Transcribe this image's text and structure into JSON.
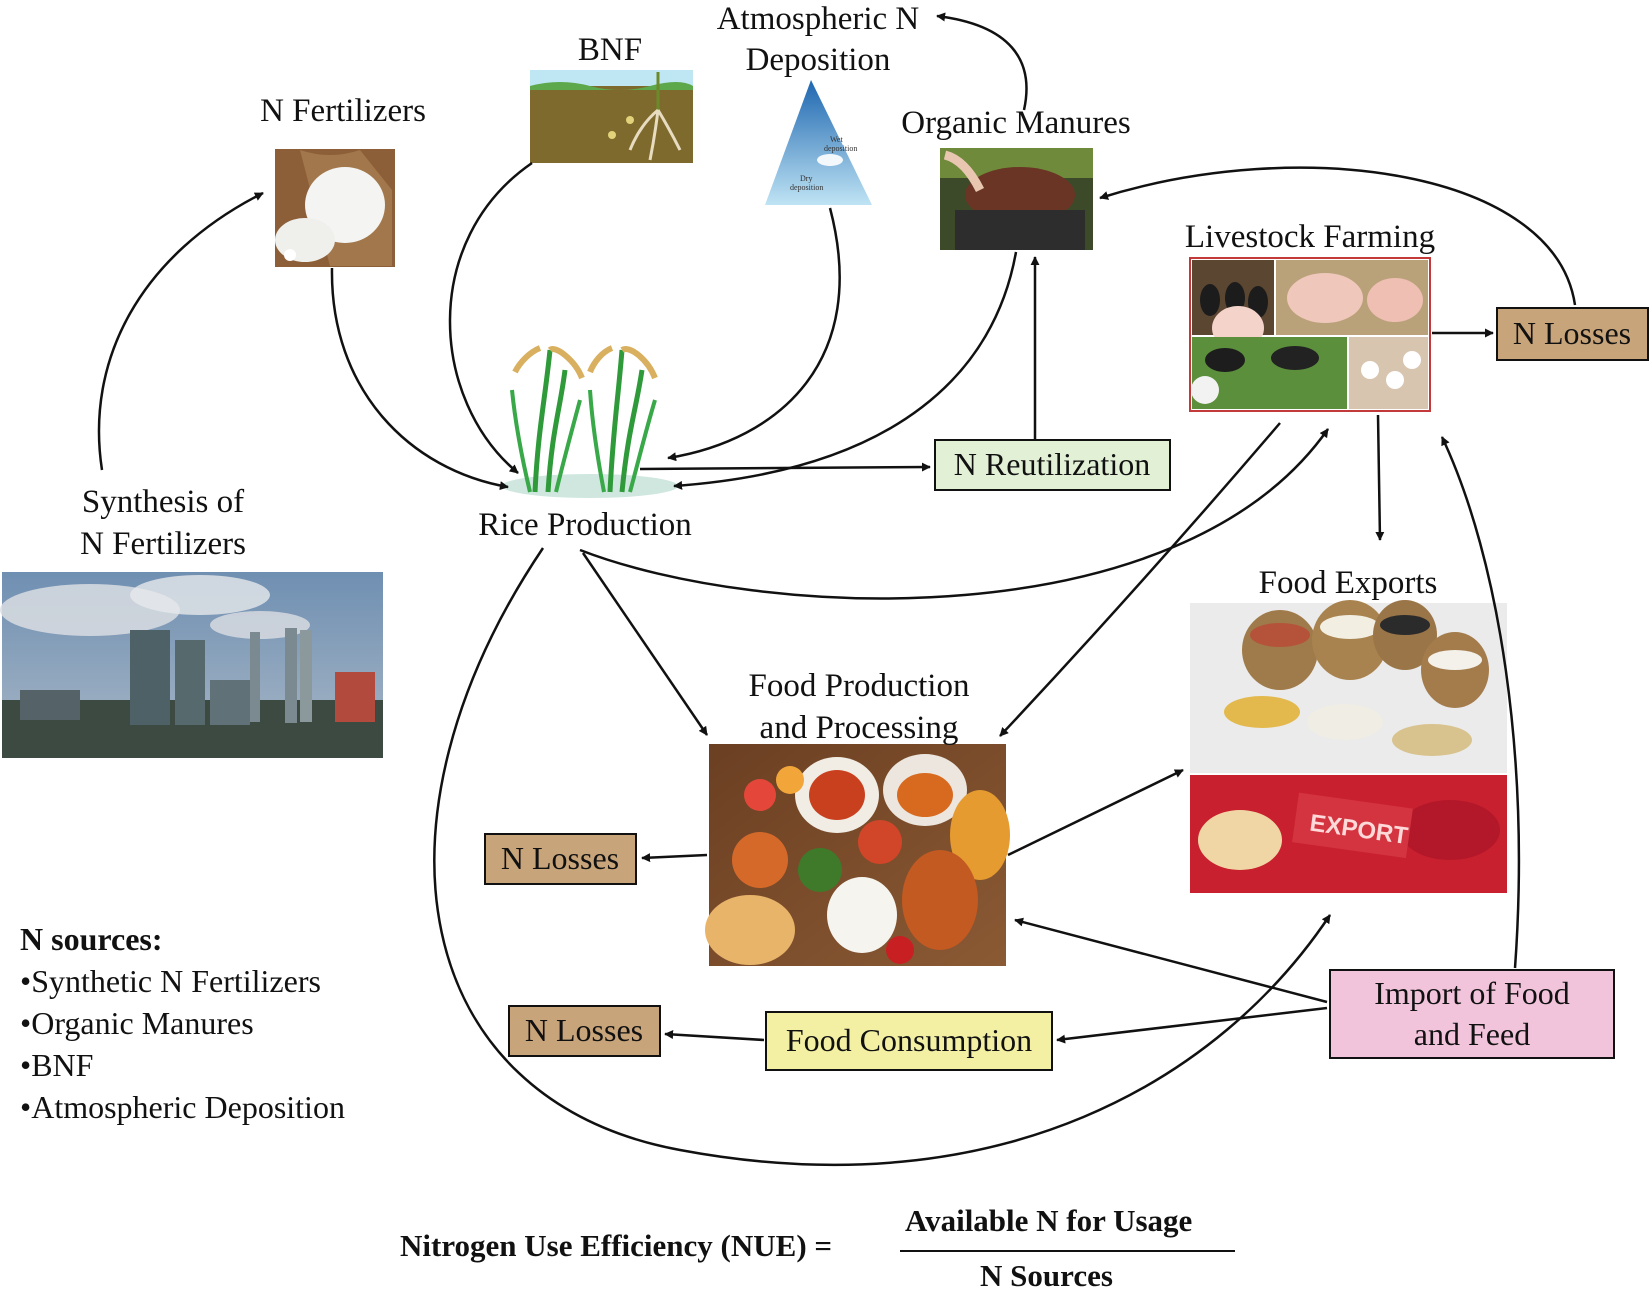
{
  "labels": {
    "synthesis": [
      "Synthesis of",
      "N Fertilizers"
    ],
    "n_fertilizers": "N Fertilizers",
    "bnf": "BNF",
    "atmospheric": [
      "Atmospheric N",
      "Deposition"
    ],
    "organic_manures": "Organic Manures",
    "livestock": "Livestock Farming",
    "rice": "Rice Production",
    "food_exports": "Food Exports",
    "food_production": [
      "Food Production",
      "and Processing"
    ],
    "export_stamp": "EXPORT",
    "wet_deposition": [
      "Wet",
      "deposition"
    ],
    "dry_deposition": [
      "Dry",
      "deposition"
    ]
  },
  "boxes": {
    "n_reutilization": "N Reutilization",
    "n_losses_livestock": "N Losses",
    "n_losses_food": "N Losses",
    "n_losses_consumption": "N Losses",
    "food_consumption": "Food Consumption",
    "import": [
      "Import of Food",
      "and Feed"
    ]
  },
  "legend": {
    "heading": "N sources:",
    "items": [
      "•Synthetic N Fertilizers",
      "•Organic Manures",
      "•BNF",
      "•Atmospheric Deposition"
    ]
  },
  "formula": {
    "lhs": "Nitrogen Use Efficiency (NUE) =",
    "numerator": "Available N for Usage",
    "denominator": "N Sources"
  },
  "colors": {
    "reutilization_fill": "#e2f0d5",
    "losses_fill": "#c8a47a",
    "consumption_fill": "#f3f0a4",
    "import_fill": "#f2c4dc",
    "arrow": "#111111"
  }
}
